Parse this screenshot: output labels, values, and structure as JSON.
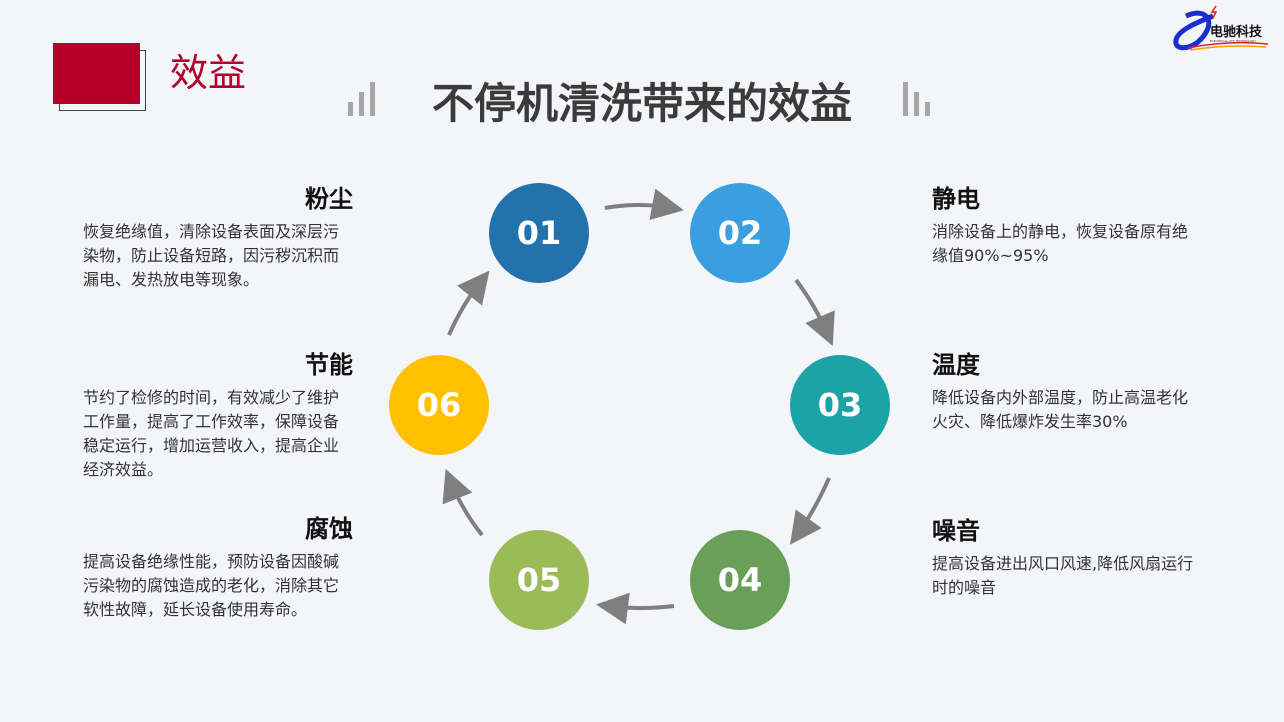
{
  "header": {
    "section": "效益",
    "title": "不停机清洗带来的效益",
    "logo_text": "电驰科技",
    "logo_subtext": "ELECTRICAL CHI TECHNOLOGY"
  },
  "colors": {
    "accent": "#b4002a",
    "c01": "#2273ad",
    "c02": "#3a9ee0",
    "c03": "#1ba3a8",
    "c04": "#6a9f5a",
    "c05": "#9bbb59",
    "c06": "#ffc000",
    "arrow": "#7f7f7f"
  },
  "steps": [
    {
      "num": "01",
      "title": "粉尘",
      "text": "恢复绝缘值，清除设备表面及深层污染物，防止设备短路，因污秽沉积而漏电、发热放电等现象。"
    },
    {
      "num": "02",
      "title": "静电",
      "text": "消除设备上的静电，恢复设备原有绝缘值90%~95%"
    },
    {
      "num": "03",
      "title": "温度",
      "text": "降低设备内外部温度，防止高温老化火灾、降低爆炸发生率30%"
    },
    {
      "num": "04",
      "title": "噪音",
      "text": "提高设备进出风口风速,降低风扇运行时的噪音"
    },
    {
      "num": "05",
      "title": "腐蚀",
      "text": "提高设备绝缘性能，预防设备因酸碱污染物的腐蚀造成的老化，消除其它软性故障，延长设备使用寿命。"
    },
    {
      "num": "06",
      "title": "节能",
      "text": "节约了检修的时间，有效减少了维护工作量，提高了工作效率，保障设备稳定运行，增加运营收入，提高企业经济效益。"
    }
  ]
}
